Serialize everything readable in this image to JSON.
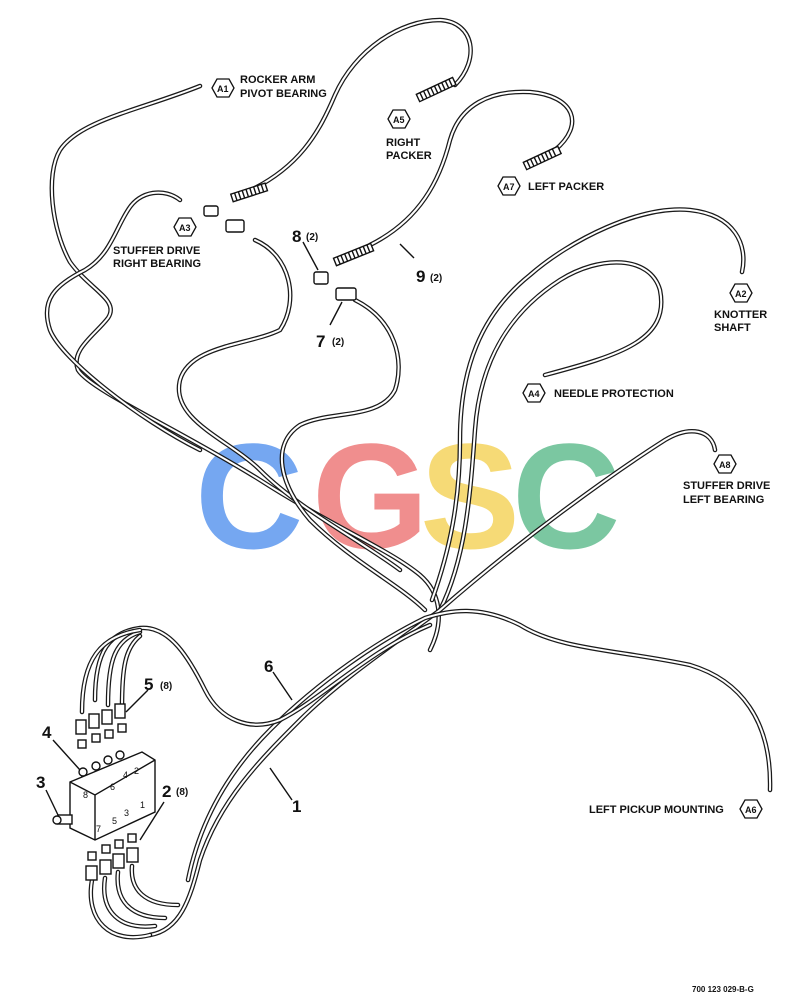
{
  "watermark": {
    "letters": [
      {
        "char": "C",
        "color": "#6aa0f0"
      },
      {
        "char": "G",
        "color": "#ef8585"
      },
      {
        "char": "S",
        "color": "#f6d76b"
      },
      {
        "char": "C",
        "color": "#70c39a"
      }
    ]
  },
  "callouts": {
    "a1": {
      "tag": "A1",
      "line1": "ROCKER ARM",
      "line2": "PIVOT BEARING"
    },
    "a2": {
      "tag": "A2",
      "line1": "KNOTTER",
      "line2": "SHAFT"
    },
    "a3": {
      "tag": "A3",
      "line1": "STUFFER DRIVE",
      "line2": "RIGHT BEARING"
    },
    "a4": {
      "tag": "A4",
      "line1": "NEEDLE PROTECTION"
    },
    "a5": {
      "tag": "A5",
      "line1": "RIGHT",
      "line2": "PACKER"
    },
    "a6": {
      "tag": "A6",
      "line1": "LEFT PICKUP MOUNTING"
    },
    "a7": {
      "tag": "A7",
      "line1": "LEFT PACKER"
    },
    "a8": {
      "tag": "A8",
      "line1": "STUFFER DRIVE",
      "line2": "LEFT BEARING"
    }
  },
  "items": {
    "i1": {
      "num": "1"
    },
    "i2": {
      "num": "2",
      "qty": "(8)"
    },
    "i3": {
      "num": "3"
    },
    "i4": {
      "num": "4"
    },
    "i5": {
      "num": "5",
      "qty": "(8)"
    },
    "i6": {
      "num": "6"
    },
    "i7": {
      "num": "7",
      "qty": "(2)"
    },
    "i8": {
      "num": "8",
      "qty": "(2)"
    },
    "i9": {
      "num": "9",
      "qty": "(2)"
    }
  },
  "block_ports": {
    "top": [
      "8",
      "6",
      "4",
      "2"
    ],
    "bottom": [
      "7",
      "5",
      "3",
      "1"
    ]
  },
  "drawing_code": "700 123 029-B-G"
}
